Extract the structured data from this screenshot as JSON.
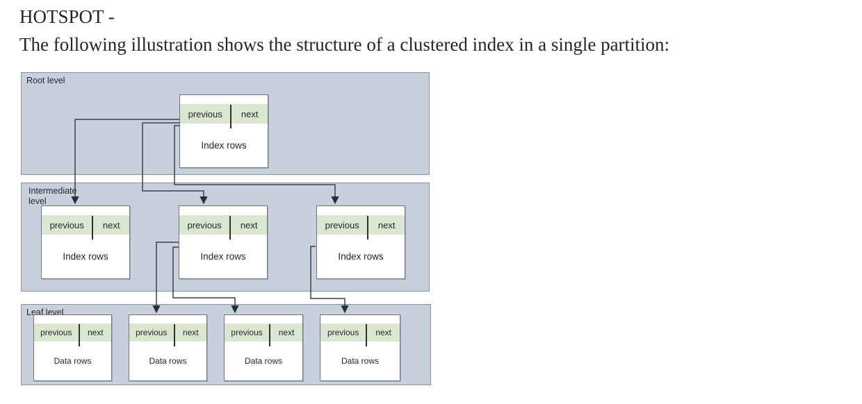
{
  "page": {
    "heading_line1": "HOTSPOT -",
    "heading_line2": "The following illustration shows the structure of a clustered index in a single partition:"
  },
  "diagram": {
    "levels": [
      {
        "label": "Root level",
        "nodes": [
          {
            "previous": "previous",
            "next": "next",
            "body": "Index rows"
          }
        ]
      },
      {
        "label": "Intermediate level",
        "nodes": [
          {
            "previous": "previous",
            "next": "next",
            "body": "Index rows"
          },
          {
            "previous": "previous",
            "next": "next",
            "body": "Index rows"
          },
          {
            "previous": "previous",
            "next": "next",
            "body": "Index rows"
          }
        ]
      },
      {
        "label": "Leaf level",
        "nodes": [
          {
            "previous": "previous",
            "next": "next",
            "body": "Data rows"
          },
          {
            "previous": "previous",
            "next": "next",
            "body": "Data rows"
          },
          {
            "previous": "previous",
            "next": "next",
            "body": "Data rows"
          },
          {
            "previous": "previous",
            "next": "next",
            "body": "Data rows"
          }
        ]
      }
    ],
    "edges": [
      {
        "from": "root-node",
        "to": "intermediate-node-1"
      },
      {
        "from": "root-node",
        "to": "intermediate-node-2"
      },
      {
        "from": "root-node",
        "to": "intermediate-node-3"
      },
      {
        "from": "intermediate-node-2",
        "to": "leaf-node-2"
      },
      {
        "from": "intermediate-node-2",
        "to": "leaf-node-3"
      },
      {
        "from": "intermediate-node-3",
        "to": "leaf-node-4"
      }
    ],
    "colors": {
      "level_fill": "#c9d0dd",
      "level_border": "#8a9097",
      "node_fill": "#ffffff",
      "node_border": "#6e757c",
      "pointer_band_fill": "#dae6d0",
      "connector": "#3a4046",
      "text": "#1f2226"
    }
  }
}
